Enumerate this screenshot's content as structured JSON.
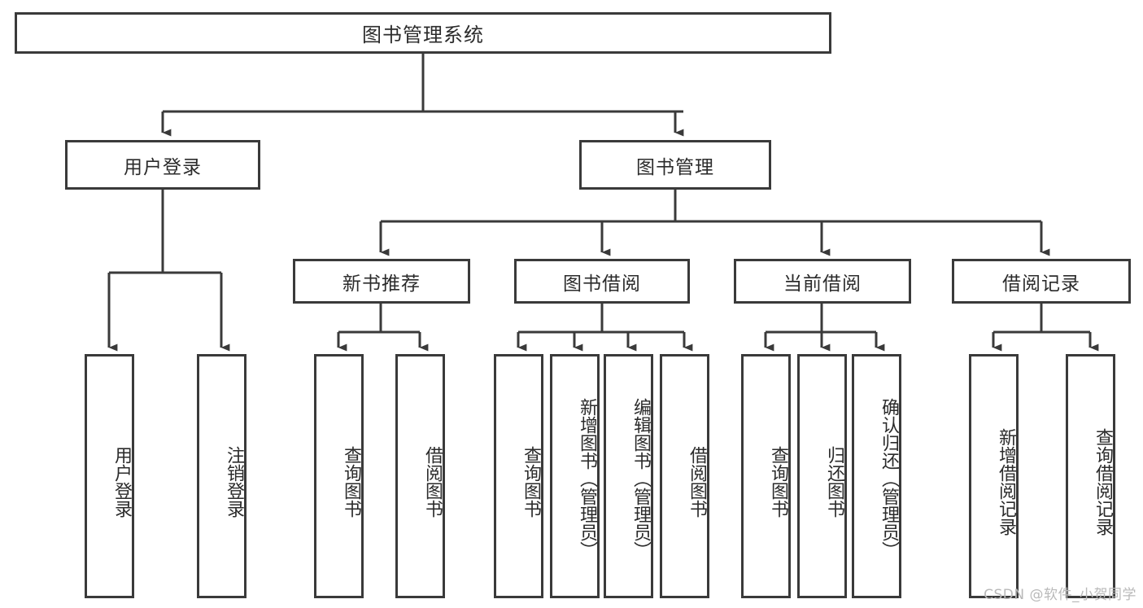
{
  "diagram": {
    "title": "图书管理系统",
    "type": "tree",
    "root": {
      "id": "root",
      "label": "图书管理系统"
    },
    "level1": [
      {
        "id": "user-login",
        "label": "用户登录"
      },
      {
        "id": "book-management",
        "label": "图书管理"
      }
    ],
    "level2": [
      {
        "id": "new-book-recommend",
        "label": "新书推荐",
        "parent": "book-management"
      },
      {
        "id": "book-borrow",
        "label": "图书借阅",
        "parent": "book-management"
      },
      {
        "id": "current-borrow",
        "label": "当前借阅",
        "parent": "book-management"
      },
      {
        "id": "borrow-record",
        "label": "借阅记录",
        "parent": "book-management"
      }
    ],
    "leaves": [
      {
        "id": "leaf-user-login",
        "label": "用户登录",
        "parent": "user-login"
      },
      {
        "id": "leaf-logout",
        "label": "注销登录",
        "parent": "user-login"
      },
      {
        "id": "leaf-query-book-1",
        "label": "查询图书",
        "parent": "new-book-recommend"
      },
      {
        "id": "leaf-borrow-book-1",
        "label": "借阅图书",
        "parent": "new-book-recommend"
      },
      {
        "id": "leaf-query-book-2",
        "label": "查询图书",
        "parent": "book-borrow"
      },
      {
        "id": "leaf-add-book",
        "label": "新增图书（管理员）",
        "parent": "book-borrow"
      },
      {
        "id": "leaf-edit-book",
        "label": "编辑图书（管理员）",
        "parent": "book-borrow"
      },
      {
        "id": "leaf-borrow-book-2",
        "label": "借阅图书",
        "parent": "book-borrow"
      },
      {
        "id": "leaf-query-book-3",
        "label": "查询图书",
        "parent": "current-borrow"
      },
      {
        "id": "leaf-return-book",
        "label": "归还图书",
        "parent": "current-borrow"
      },
      {
        "id": "leaf-confirm-return",
        "label": "确认归还（管理员）",
        "parent": "current-borrow"
      },
      {
        "id": "leaf-add-record",
        "label": "新增借阅记录",
        "parent": "borrow-record"
      },
      {
        "id": "leaf-query-record",
        "label": "查询借阅记录",
        "parent": "borrow-record"
      }
    ]
  },
  "watermark": {
    "text": "CSDN @软件_小贺同学"
  },
  "colors": {
    "background": "#ffffff",
    "box_border": "#3a3a3a",
    "box_fill": "#ffffff",
    "text": "#2b2b2b",
    "connector": "#3a3a3a",
    "watermark": "#b9b9b9"
  }
}
